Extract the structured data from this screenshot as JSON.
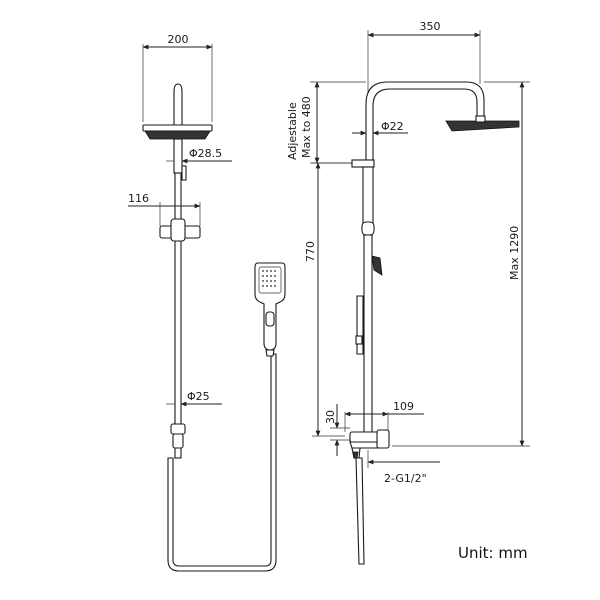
{
  "dimensions": {
    "head_width": "200",
    "arm_reach": "350",
    "adjustable_line1": "Adjestable",
    "adjustable_line2": "Max to 480",
    "arm_diameter": "Φ22",
    "upper_pipe_diameter": "Φ28.5",
    "holder_offset": "116",
    "pipe_height": "770",
    "total_height": "Max 1290",
    "lower_pipe_diameter": "Φ25",
    "mixer_depth": "109",
    "mixer_height": "30",
    "inlet_thread": "2-G1/2\""
  },
  "unit_label": "Unit: mm",
  "colors": {
    "line": "#222222",
    "fill": "#ffffff"
  }
}
